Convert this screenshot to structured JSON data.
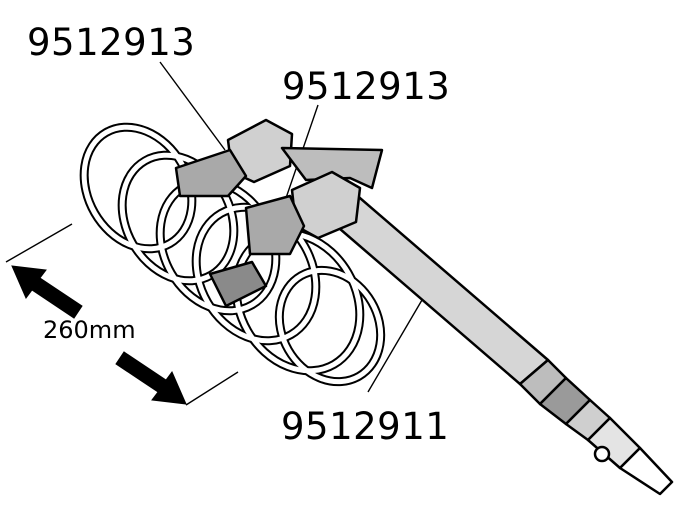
{
  "labels": {
    "part_top_left": "9512913",
    "part_top_center": "9512913",
    "part_bottom": "9512911",
    "dimension": "260mm"
  },
  "colors": {
    "outline": "#000000",
    "background": "#ffffff",
    "tool_body": "#d6d6d6",
    "tool_dark": "#8a8a8a",
    "jaw": "#a9a9a9"
  }
}
